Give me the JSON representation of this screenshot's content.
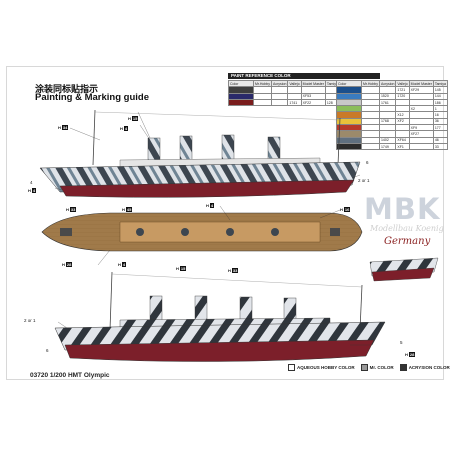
{
  "header": {
    "title_cn": "涂装同标贴指示",
    "title_en": "Painting & Marking guide"
  },
  "paint_table": {
    "title": "PAINT REFERENCE COLOR",
    "columns": [
      "Color",
      "Mr.Hobby",
      "Acrysion",
      "Vallejo",
      "Model Master",
      "Tamiya"
    ],
    "left_rows": [
      {
        "color": "#3e3e3e",
        "label": "",
        "vals": [
          "",
          "",
          "",
          "",
          ""
        ]
      },
      {
        "color": "#2a2a6a",
        "label": "",
        "vals": [
          "",
          "",
          "",
          "XF53",
          ""
        ]
      },
      {
        "color": "#7a1d1d",
        "label": "",
        "vals": [
          "",
          "",
          "1741",
          "XF22",
          "128"
        ]
      }
    ],
    "right_rows": [
      {
        "color": "#1b4f8c",
        "label": "",
        "vals": [
          "",
          "",
          "1721",
          "XF29",
          "145"
        ]
      },
      {
        "color": "#3a7bbf",
        "label": "",
        "vals": [
          "",
          "1520",
          "1720",
          "",
          "144"
        ]
      },
      {
        "color": "#c8c8c8",
        "label": "",
        "vals": [
          "",
          "1761",
          "",
          "",
          "186"
        ]
      },
      {
        "color": "#8bbd5a",
        "label": "",
        "vals": [
          "",
          "",
          "",
          "X2",
          "1"
        ]
      },
      {
        "color": "#c97a28",
        "label": "",
        "vals": [
          "",
          "",
          "X12",
          "",
          "16"
        ]
      },
      {
        "color": "#e9c23a",
        "label": "",
        "vals": [
          "",
          "1768",
          "XF2",
          "",
          "36"
        ]
      },
      {
        "color": "#b63a2a",
        "label": "",
        "vals": [
          "",
          "",
          "",
          "XF9",
          "177"
        ]
      },
      {
        "color": "#9b8a6b",
        "label": "",
        "vals": [
          "",
          "",
          "",
          "XF27",
          ""
        ]
      },
      {
        "color": "#5f6f7f",
        "label": "",
        "vals": [
          "",
          "1402",
          "XF64",
          "",
          "46"
        ]
      },
      {
        "color": "#2b2b2b",
        "label": "",
        "vals": [
          "",
          "1749",
          "XF1",
          "",
          "33"
        ]
      }
    ]
  },
  "footer": {
    "product": "03720 1/200 HMT Olympic"
  },
  "legend": {
    "aqueous": "AQUEOUS HOBBY COLOR",
    "mr": "Mr. COLOR",
    "acrysion": "ACRYSION COLOR"
  },
  "watermark": {
    "big": "MBK",
    "sub": "Modellbau Koenig",
    "country": "Germany"
  },
  "callouts": {
    "two_or_one_a": "2 or 1",
    "two_or_one_b": "2 or 1",
    "n6a": "6",
    "n6b": "6",
    "n4": "4",
    "n5": "5"
  },
  "tags": [
    {
      "h": "H",
      "b": "34"
    },
    {
      "h": "H",
      "b": "15"
    },
    {
      "h": "H",
      "b": "4"
    },
    {
      "h": "H",
      "b": "4"
    },
    {
      "h": "H",
      "b": "33"
    },
    {
      "h": "H",
      "b": "45"
    },
    {
      "h": "H",
      "b": "4"
    },
    {
      "h": "H",
      "b": "16"
    },
    {
      "h": "H",
      "b": "28"
    },
    {
      "h": "H",
      "b": "4"
    },
    {
      "h": "H",
      "b": "15"
    },
    {
      "h": "H",
      "b": "33"
    },
    {
      "h": "H",
      "b": "28"
    }
  ],
  "colors": {
    "hull_red": "#7c1f2a",
    "deck_wood": "#a07a4a",
    "dazzle_dark": "#3d4650",
    "dazzle_light": "#dfe3e8"
  }
}
